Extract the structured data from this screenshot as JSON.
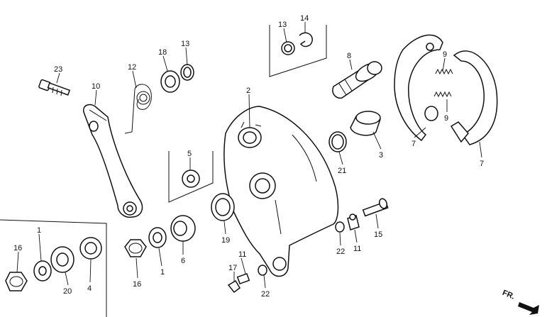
{
  "callouts": {
    "c23": "23",
    "c10": "10",
    "c12": "12",
    "c18": "18",
    "c13a": "13",
    "c13b": "13",
    "c14": "14",
    "c8": "8",
    "c9a": "9",
    "c9b": "9",
    "c2": "2",
    "c5": "5",
    "c21": "21",
    "c3": "3",
    "c7a": "7",
    "c7b": "7",
    "c19": "19",
    "c6": "6",
    "c1a": "1",
    "c1b": "1",
    "c16a": "16",
    "c16b": "16",
    "c20": "20",
    "c4": "4",
    "c11a": "11",
    "c11b": "11",
    "c15": "15",
    "c22a": "22",
    "c22b": "22",
    "c17": "17"
  },
  "direction_mark": "FR."
}
